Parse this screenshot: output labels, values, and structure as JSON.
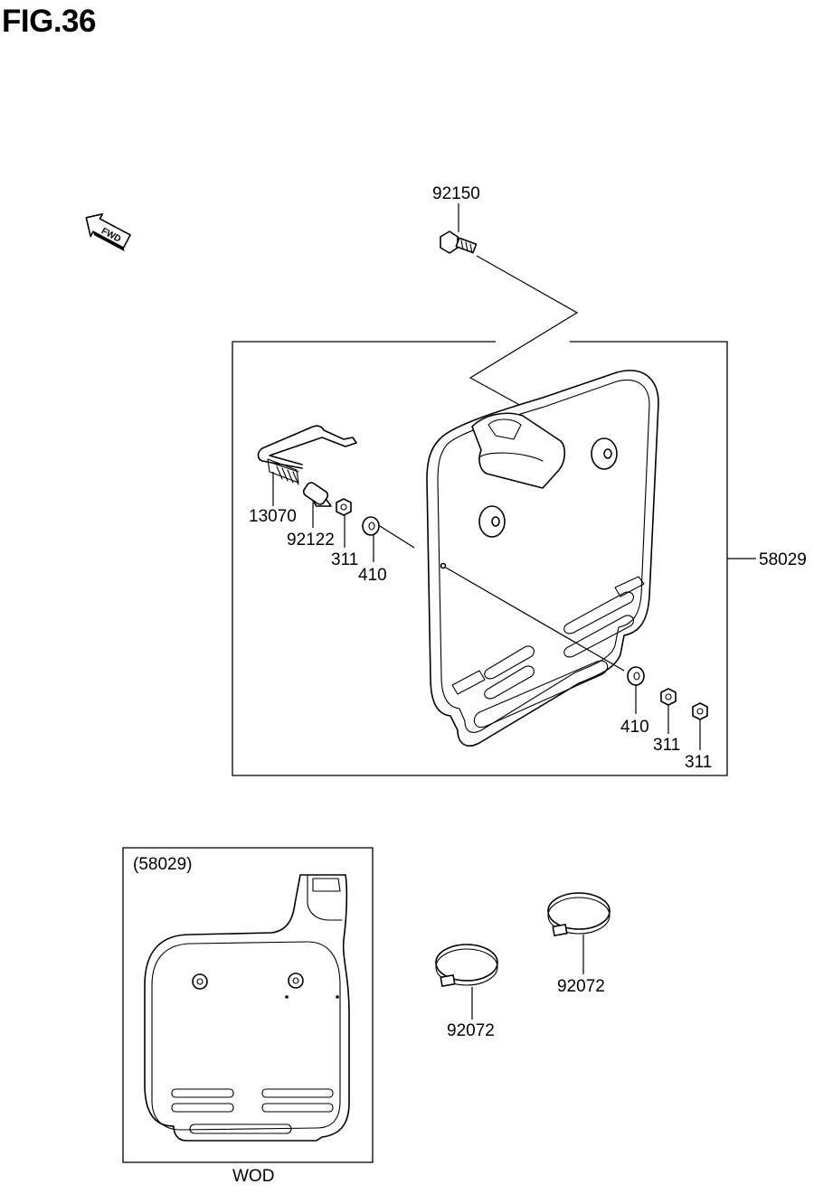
{
  "figure": {
    "title": "FIG.36"
  },
  "direction_marker": {
    "text": "FWD",
    "icon": "fwd-arrow-icon"
  },
  "callouts": {
    "bolt": "92150",
    "plate_assembly": "58029",
    "rod": "13070",
    "collar": "92122",
    "nut_left": "311",
    "washer_left": "410",
    "washer_right": "410",
    "nut_right_a": "311",
    "nut_right_b": "311",
    "band_left": "92072",
    "band_right": "92072"
  },
  "variant": {
    "ref_label": "(58029)",
    "model_label": "WOD"
  }
}
